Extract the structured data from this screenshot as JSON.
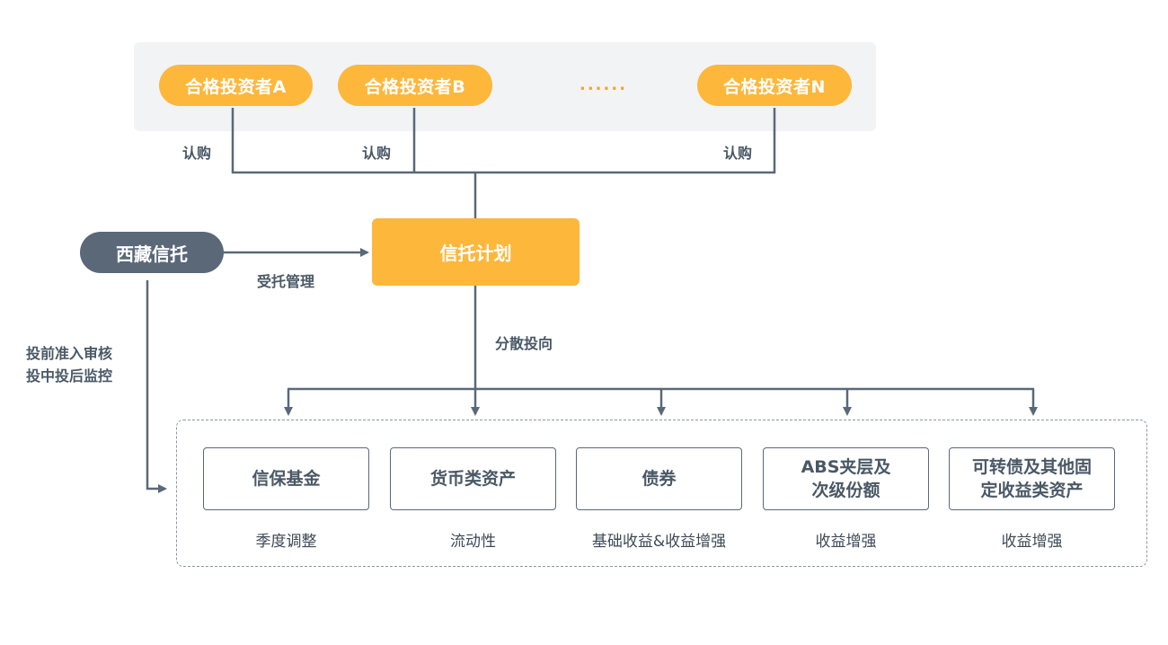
{
  "investors": [
    {
      "label": "合格投资者A"
    },
    {
      "label": "合格投资者B"
    },
    {
      "label": "合格投资者N"
    }
  ],
  "ellipsis": "......",
  "subscribe_labels": [
    "认购",
    "认购",
    "认购"
  ],
  "trustee": {
    "label": "西藏信托"
  },
  "management_label": "受托管理",
  "trust_plan": {
    "label": "信托计划"
  },
  "diversify_label": "分散投向",
  "monitoring": [
    "投前准入审核",
    "投中投后监控"
  ],
  "assets": [
    {
      "title": "信保基金",
      "note": "季度调整"
    },
    {
      "title": "货币类资产",
      "note": "流动性"
    },
    {
      "title": "债券",
      "note": "基础收益&收益增强"
    },
    {
      "title": "ABS夹层及次级份额",
      "note": "收益增强"
    },
    {
      "title": "可转债及其他固定收益类资产",
      "note": "收益增强"
    }
  ],
  "colors": {
    "accent": "#fdb73b",
    "dark": "#5a6878",
    "line": "#5a6878",
    "panel": "#f2f3f5"
  }
}
